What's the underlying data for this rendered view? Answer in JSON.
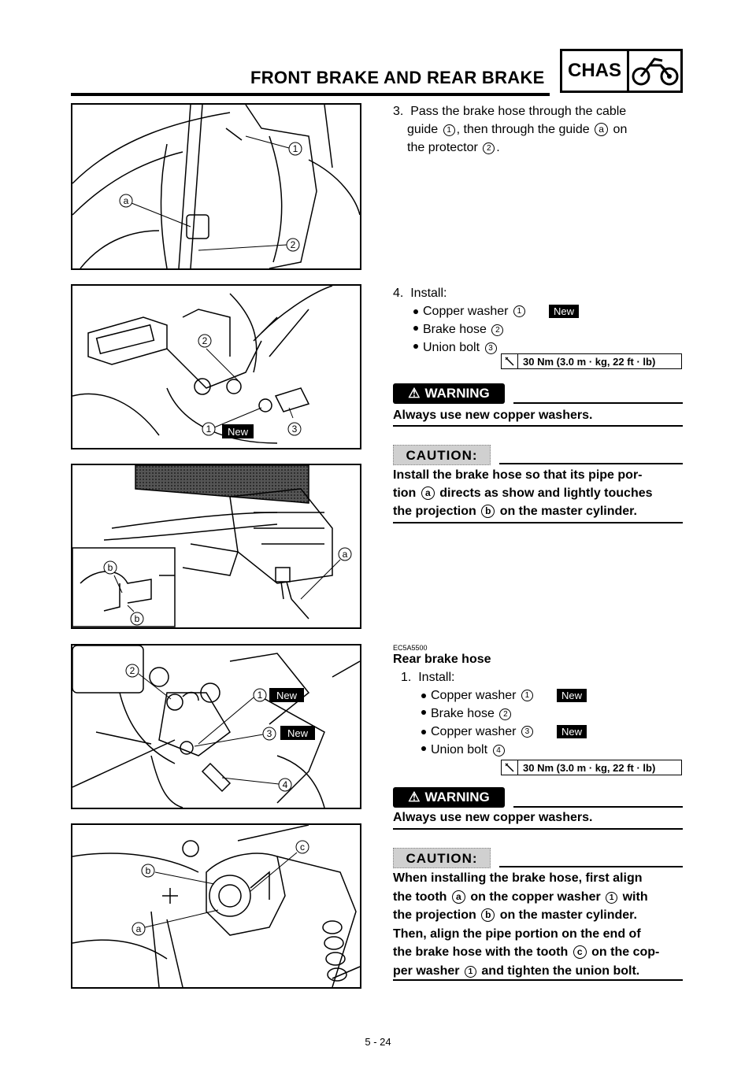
{
  "header": {
    "title": "FRONT BRAKE AND REAR BRAKE",
    "section_code": "CHAS",
    "icon": "motorcycle-icon"
  },
  "step3": {
    "number": "3.",
    "line1": "Pass the brake hose through the cable",
    "line2a": "guide",
    "ref1": "1",
    "line2b": ", then through the guide",
    "ref_a": "a",
    "line2c": "on",
    "line3a": "the protector",
    "ref2": "2",
    "line3b": "."
  },
  "step4": {
    "number": "4.",
    "heading": "Install:",
    "items": [
      {
        "label": "Copper washer",
        "ref": "1",
        "new": "New"
      },
      {
        "label": "Brake hose",
        "ref": "2"
      },
      {
        "label": "Union bolt",
        "ref": "3"
      }
    ],
    "torque": "30 Nm (3.0 m · kg, 22 ft · lb)"
  },
  "warning1": {
    "label": "WARNING",
    "text": "Always use new copper washers."
  },
  "caution1": {
    "label": "CAUTION:",
    "line1": "Install the brake hose so that its pipe por-",
    "line2a": "tion",
    "ref_a": "a",
    "line2b": "directs as show and lightly touches",
    "line3a": "the projection",
    "ref_b": "b",
    "line3b": "on the master cylinder."
  },
  "rear": {
    "code": "EC5A5500",
    "title": "Rear brake hose",
    "number": "1.",
    "heading": "Install:",
    "items": [
      {
        "label": "Copper washer",
        "ref": "1",
        "new": "New"
      },
      {
        "label": "Brake hose",
        "ref": "2"
      },
      {
        "label": "Copper washer",
        "ref": "3",
        "new": "New"
      },
      {
        "label": "Union bolt",
        "ref": "4"
      }
    ],
    "torque": "30 Nm (3.0 m · kg, 22 ft · lb)"
  },
  "warning2": {
    "label": "WARNING",
    "text": "Always use new copper washers."
  },
  "caution2": {
    "label": "CAUTION:",
    "l1a": "When installing the brake hose, first align",
    "l2a": "the tooth",
    "l2ref": "a",
    "l2b": "on the copper washer",
    "l2ref2": "1",
    "l2c": "with",
    "l3a": "the projection",
    "l3ref": "b",
    "l3b": "on the master cylinder.",
    "l4": "Then, align the pipe portion on the end of",
    "l5a": "the brake hose with the tooth",
    "l5ref": "c",
    "l5b": "on the cop-",
    "l6a": "per washer",
    "l6ref": "1",
    "l6b": "and tighten the union bolt."
  },
  "figures": {
    "fig1": {
      "callouts": [
        "1",
        "a",
        "2"
      ]
    },
    "fig2": {
      "callouts": [
        "2",
        "1",
        "3"
      ],
      "new": "New"
    },
    "fig3": {
      "callouts": [
        "b",
        "b",
        "a"
      ]
    },
    "fig4": {
      "callouts": [
        "2",
        "1",
        "3",
        "4"
      ],
      "new1": "New",
      "new2": "New"
    },
    "fig5": {
      "callouts": [
        "c",
        "b",
        "a"
      ]
    }
  },
  "footer": {
    "page": "5 - 24"
  }
}
